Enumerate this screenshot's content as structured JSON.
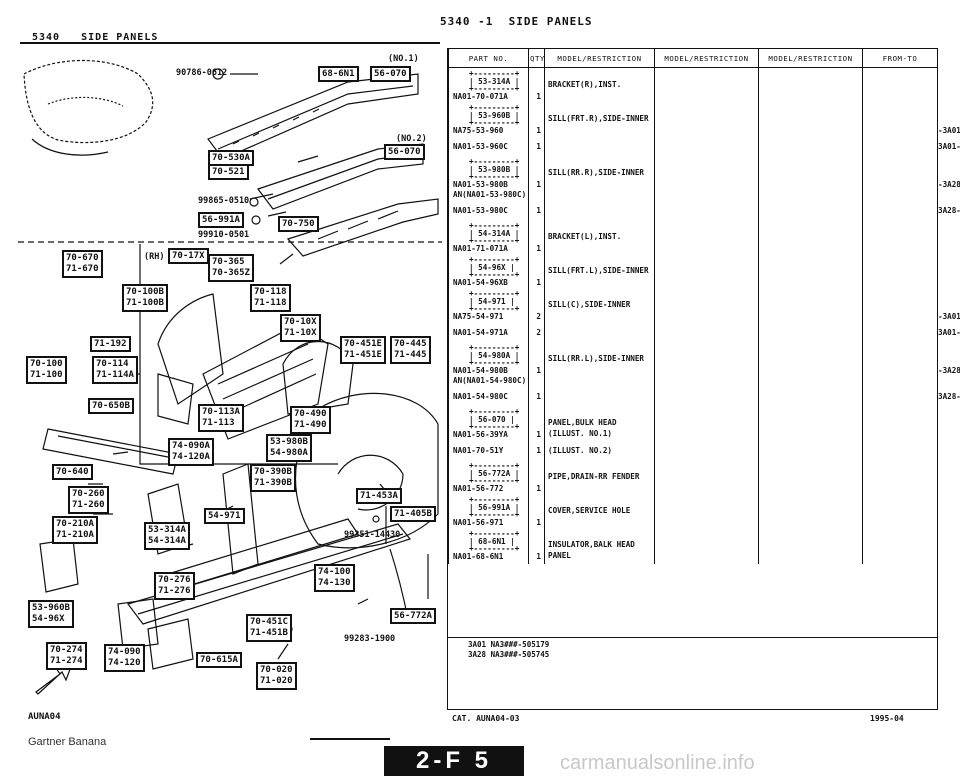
{
  "header": {
    "center_title": "5340 -1  SIDE PANELS",
    "left_title": "5340   SIDE PANELS"
  },
  "diagram": {
    "refs": {
      "r68_6n1": "68-6N1",
      "r56_070_a": "56-070",
      "no1": "(NO.1)",
      "no2": "(NO.2)",
      "r56_070_b": "56-070",
      "r70_530a": "70-530A",
      "r70_521": "70-521",
      "r56_991a": "56-991A",
      "r70_750": "70-750",
      "r70_670": "70-670",
      "r71_670": "71-670",
      "rh": "(RH)",
      "r70_17x": "70-17X",
      "r70_365": "70-365",
      "r70_365z": "70-365Z",
      "r70_100b": "70-100B",
      "r71_100b": "71-100B",
      "r70_118": "70-118",
      "r71_118": "71-118",
      "r70_10x": "70-10X",
      "r71_10x": "71-10X",
      "r71_192": "71-192",
      "r70_451e": "70-451E",
      "r71_451e": "71-451E",
      "r70_445": "70-445",
      "r71_445": "71-445",
      "r70_100": "70-100",
      "r71_100": "71-100",
      "r70_114": "70-114",
      "r71_114a": "71-114A",
      "r70_650b": "70-650B",
      "r70_113a": "70-113A",
      "r71_113": "71-113",
      "r70_490": "70-490",
      "r71_490": "71-490",
      "r74_090a": "74-090A",
      "r74_120a": "74-120A",
      "r53_980b": "53-980B",
      "r54_980a": "54-980A",
      "r70_640": "70-640",
      "r70_390b": "70-390B",
      "r71_390b": "71-390B",
      "r70_260": "70-260",
      "r71_260": "71-260",
      "r71_453a": "71-453A",
      "r54_971": "54-971",
      "r71_405b": "71-405B",
      "r70_210a": "70-210A",
      "r71_210a": "71-210A",
      "r53_314a": "53-314A",
      "r54_314a": "54-314A",
      "r70_276": "70-276",
      "r71_276": "71-276",
      "r74_100": "74-100",
      "r74_130": "74-130",
      "r53_960b": "53-960B",
      "r54_96x": "54-96X",
      "r56_772a": "56-772A",
      "r70_451c": "70-451C",
      "r71_451b": "71-451B",
      "r70_274": "70-274",
      "r71_274": "71-274",
      "r74_090": "74-090",
      "r74_120": "74-120",
      "r70_615a": "70-615A",
      "r70_020": "70-020",
      "r71_020": "71-020"
    },
    "part_labels": {
      "p90786": "90786-0612",
      "p99865": "99865-0510",
      "p99910": "99910-0501",
      "p99351": "99351-14430",
      "p99283": "99283-1900"
    },
    "code": "AUNA04"
  },
  "table": {
    "headers": [
      "PART NO.",
      "QTY",
      "MODEL/RESTRICTION",
      "MODEL/RESTRICTION",
      "MODEL/RESTRICTION",
      "FROM-TO"
    ],
    "rows": [
      {
        "box": "53-314A",
        "pn": "NA01-70-071A",
        "qty": "1",
        "desc": "BRACKET(R),INST.",
        "from": ""
      },
      {
        "box": "53-960B",
        "pn": "NA75-53-960",
        "qty": "1",
        "desc": "SILL(FRT.R),SIDE-INNER",
        "from": "-3A01"
      },
      {
        "box": "",
        "pn": "NA01-53-960C",
        "qty": "1",
        "desc": "",
        "from": "3A01-"
      },
      {
        "box": "53-980B",
        "pn": "NA01-53-980B",
        "pn2": "AN(NA01-53-980C)",
        "qty": "1",
        "desc": "SILL(RR.R),SIDE-INNER",
        "from": "-3A28"
      },
      {
        "box": "",
        "pn": "NA01-53-980C",
        "qty": "1",
        "desc": "",
        "from": "3A28-"
      },
      {
        "box": "54-314A",
        "pn": "NA01-71-071A",
        "qty": "1",
        "desc": "BRACKET(L),INST.",
        "from": ""
      },
      {
        "box": "54-96X",
        "pn": "NA01-54-96XB",
        "qty": "1",
        "desc": "SILL(FRT.L),SIDE-INNER",
        "from": ""
      },
      {
        "box": "54-971",
        "pn": "NA75-54-971",
        "qty": "2",
        "desc": "SILL(C),SIDE-INNER",
        "from": "-3A01"
      },
      {
        "box": "",
        "pn": "NA01-54-971A",
        "qty": "2",
        "desc": "",
        "from": "3A01-"
      },
      {
        "box": "54-980A",
        "pn": "NA01-54-980B",
        "pn2": "AN(NA01-54-980C)",
        "qty": "1",
        "desc": "SILL(RR.L),SIDE-INNER",
        "from": "-3A28"
      },
      {
        "box": "",
        "pn": "NA01-54-980C",
        "qty": "1",
        "desc": "",
        "from": "3A28-"
      },
      {
        "box": "56-070",
        "pn": "NA01-56-39YA",
        "qty": "1",
        "desc": "PANEL,BULK HEAD",
        "desc2": "(ILLUST. NO.1)",
        "from": ""
      },
      {
        "box": "",
        "pn": "NA01-70-51Y",
        "qty": "1",
        "desc": "(ILLUST. NO.2)",
        "from": ""
      },
      {
        "box": "56-772A",
        "pn": "NA01-56-772",
        "qty": "1",
        "desc": "PIPE,DRAIN-RR FENDER",
        "from": ""
      },
      {
        "box": "56-991A",
        "pn": "NA01-56-971",
        "qty": "1",
        "desc": "COVER,SERVICE HOLE",
        "from": ""
      },
      {
        "box": "68-6N1",
        "pn": "NA01-68-6N1",
        "qty": "1",
        "desc": "INSULATOR,BALK HEAD",
        "desc2": "PANEL",
        "from": ""
      }
    ],
    "notes": "3A01 NA3###-505179\n3A28 NA3###-505745",
    "footer_left": "CAT. AUNA04-03",
    "footer_right": "1995-04"
  },
  "bottom": {
    "brand": "Gartner Banana",
    "page_tab": "2-F 5",
    "watermark": "carmanualsonline.info"
  }
}
